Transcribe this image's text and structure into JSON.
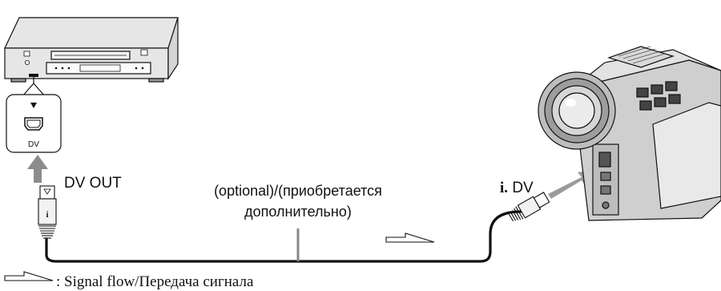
{
  "vcr": {
    "port_label": "DV"
  },
  "labels": {
    "dv_out": "DV OUT",
    "idv_prefix": "i.",
    "idv": "DV",
    "optional_line1": "(optional)/(приобретается",
    "optional_line2": "дополнительно)",
    "legend": ": Signal flow/Передача сигнала"
  },
  "colors": {
    "line": "#111111",
    "device_fill": "#e6e6e6",
    "device_dark": "#cfcfcf",
    "arrow_gray": "#8c8c8c"
  }
}
